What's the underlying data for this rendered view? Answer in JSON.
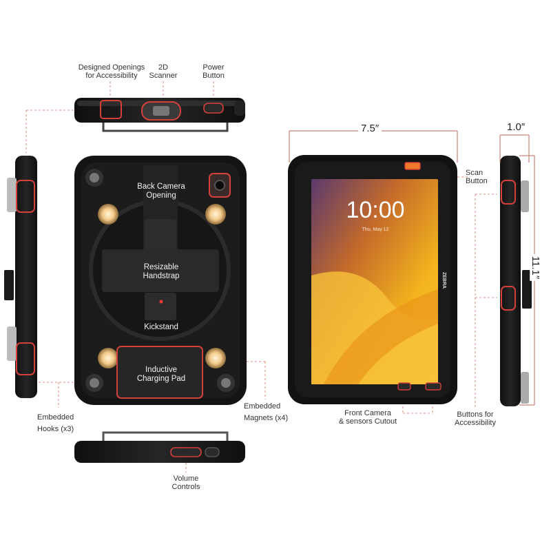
{
  "labels": {
    "designed_openings": [
      "Designed Openings",
      "for Accessibility"
    ],
    "scanner_2d": [
      "2D",
      "Scanner"
    ],
    "power_button": [
      "Power",
      "Button"
    ],
    "back_camera": [
      "Back Camera",
      "Opening"
    ],
    "handstrap": [
      "Resizable",
      "Handstrap"
    ],
    "kickstand": "Kickstand",
    "charging_pad": [
      "Inductive",
      "Charging Pad"
    ],
    "hooks": [
      "Embedded",
      "Hooks (x3)"
    ],
    "magnets": [
      "Embedded",
      "Magnets (x4)"
    ],
    "volume": [
      "Volume",
      "Controls"
    ],
    "front_camera": [
      "Front Camera",
      "& sensors Cutout"
    ],
    "scan_button": [
      "Scan",
      "Button"
    ],
    "accessibility_buttons": [
      "Buttons for",
      "Accessibility"
    ]
  },
  "dimensions": {
    "width": "7.5″",
    "depth": "1.0″",
    "height": "11.1″"
  },
  "screen": {
    "time": "10:00",
    "date": "Thu, May 12",
    "brand": "ZEBRA"
  },
  "colors": {
    "case": "#151515",
    "highlight": "#d6403a",
    "guide": "#d98c78",
    "dimension_line": "#c98372",
    "screen_gold": "#f2b21c"
  }
}
